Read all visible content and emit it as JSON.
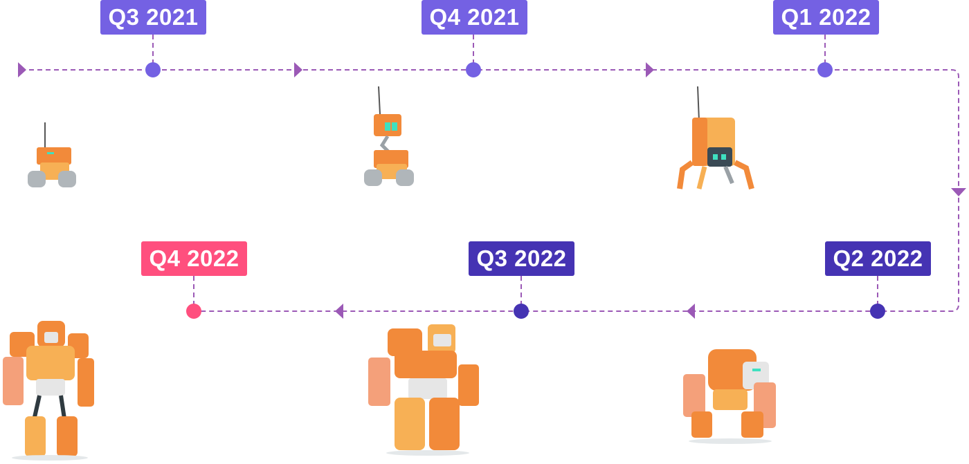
{
  "milestones": [
    {
      "label": "Q3 2021",
      "color": "#7461e3"
    },
    {
      "label": "Q4 2021",
      "color": "#7461e3"
    },
    {
      "label": "Q1 2022",
      "color": "#7461e3"
    },
    {
      "label": "Q2 2022",
      "color": "#4533b3"
    },
    {
      "label": "Q3 2022",
      "color": "#4533b3"
    },
    {
      "label": "Q4 2022",
      "color": "#ff4f7e"
    }
  ],
  "colors": {
    "line": "#9b59b6",
    "robot_orange": "#f28a3a",
    "robot_light": "#f7b055",
    "robot_gray": "#9aa1a6",
    "robot_eye": "#3fe0c0"
  }
}
